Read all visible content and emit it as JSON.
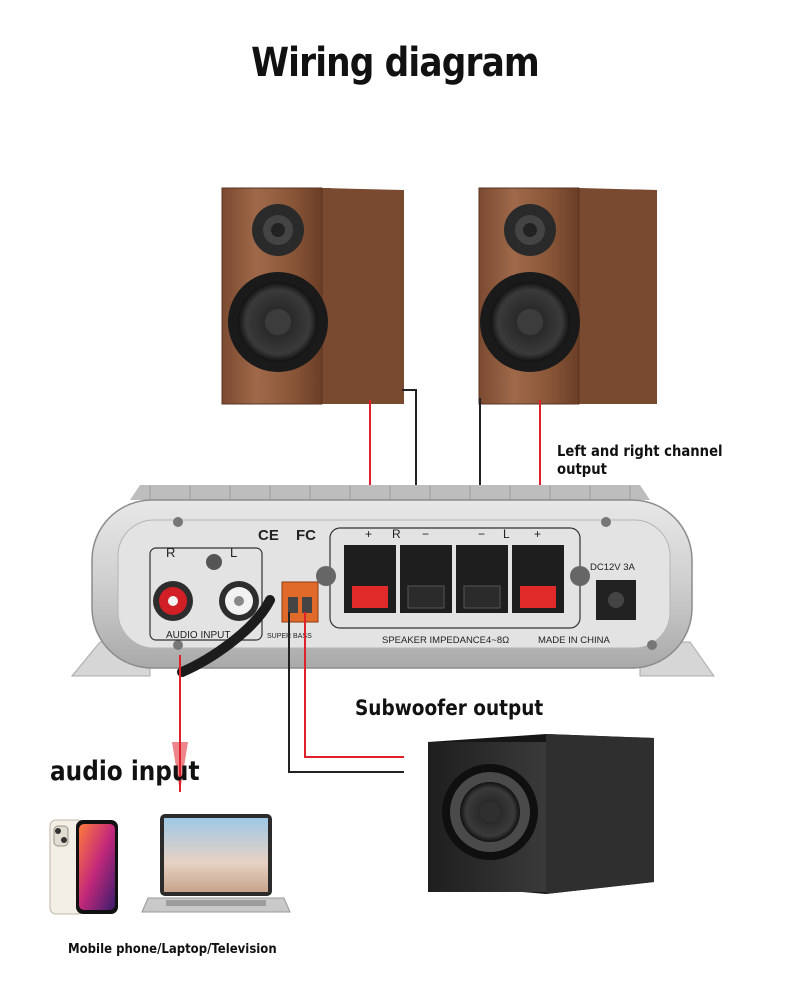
{
  "title": "Wiring diagram",
  "captions": {
    "left_right_output": "Left and right channel output",
    "subwoofer_output": "Subwoofer output",
    "audio_input": "audio input",
    "devices": "Mobile phone/Laptop/Television"
  },
  "amplifier_panel": {
    "ce_mark": "CE",
    "fcc_mark": "FC",
    "rca_r": "R",
    "rca_l": "L",
    "audio_input_label": "AUDIO INPUT",
    "super_bass_label": "SUPER BASS",
    "speaker_r": "R",
    "speaker_l": "L",
    "plus": "+",
    "minus": "−",
    "impedance_label": "SPEAKER IMPEDANCE4~8Ω",
    "made_in_label": "MADE IN CHINA",
    "power_label": "DC12V 3A"
  },
  "colors": {
    "positive_wire": "#e0202a",
    "negative_wire": "#222222",
    "wood": "#8b5a3c",
    "chassis": "#c9c9c9",
    "subwoofer": "#2b2b2b"
  }
}
